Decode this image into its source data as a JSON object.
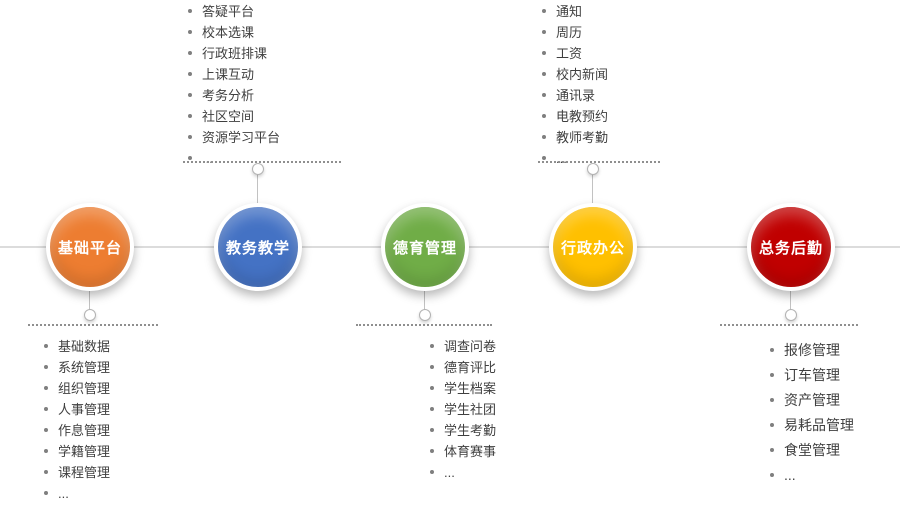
{
  "diagram": {
    "modules": [
      {
        "label": "基础平台",
        "color": "#ED7D31",
        "side": "bottom",
        "items": [
          "基础数据",
          "系统管理",
          "组织管理",
          "人事管理",
          "作息管理",
          "学籍管理",
          "课程管理",
          "..."
        ]
      },
      {
        "label": "教务教学",
        "color": "#4472C4",
        "side": "top",
        "items": [
          "答疑平台",
          "校本选课",
          "行政班排课",
          "上课互动",
          "考务分析",
          "社区空间",
          "资源学习平台",
          "..."
        ]
      },
      {
        "label": "德育管理",
        "color": "#70AD47",
        "side": "bottom",
        "items": [
          "调查问卷",
          "德育评比",
          "学生档案",
          "学生社团",
          "学生考勤",
          "体育赛事",
          "..."
        ]
      },
      {
        "label": "行政办公",
        "color": "#FFC000",
        "side": "top",
        "items": [
          "通知",
          "周历",
          "工资",
          "校内新闻",
          "通讯录",
          "电教预约",
          "教师考勤",
          "..."
        ]
      },
      {
        "label": "总务后勤",
        "color": "#C00000",
        "side": "bottom",
        "items": [
          "报修管理",
          "订车管理",
          "资产管理",
          "易耗品管理",
          "食堂管理",
          "..."
        ]
      }
    ]
  }
}
